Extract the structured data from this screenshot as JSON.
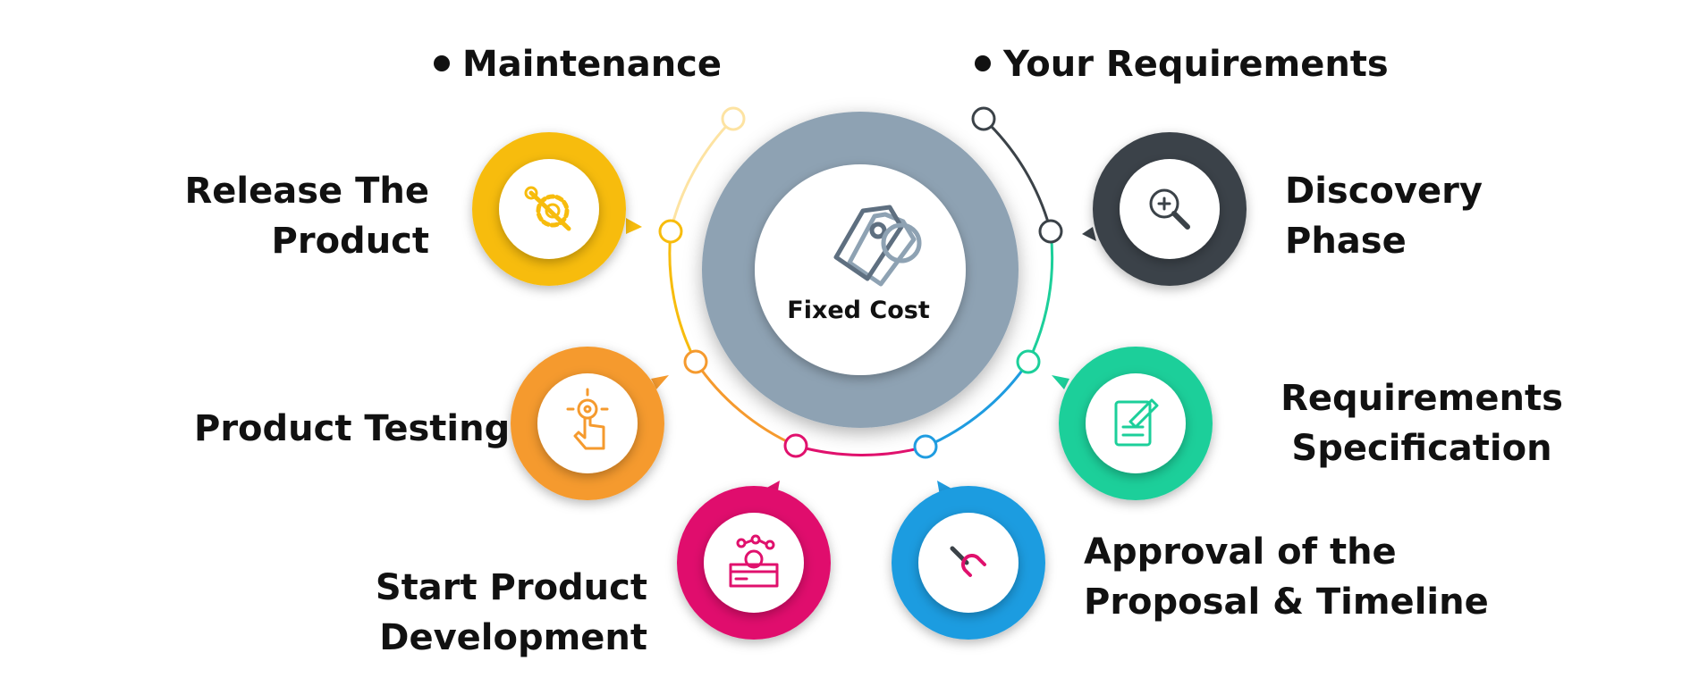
{
  "center": {
    "title": "Fixed Cost",
    "icon": "price-tag-icon"
  },
  "bullets": [
    {
      "text": "Maintenance"
    },
    {
      "text": "Your Requirements"
    }
  ],
  "steps": [
    {
      "id": "discovery",
      "lines": [
        "Discovery",
        "Phase"
      ],
      "color": "#3b4248",
      "icon": "magnifier-icon"
    },
    {
      "id": "requirements",
      "lines": [
        "Requirements",
        "Specification"
      ],
      "color": "#1ccf9a",
      "icon": "document-edit-icon"
    },
    {
      "id": "approval",
      "lines": [
        "Approval of the",
        "Proposal & Timeline"
      ],
      "color": "#1f9ce0",
      "icon": "handshake-icon"
    },
    {
      "id": "development",
      "lines": [
        "Start Product",
        "Development"
      ],
      "color": "#e0116d",
      "icon": "box-gear-icon"
    },
    {
      "id": "testing",
      "lines": [
        "Product Testing"
      ],
      "color": "#f59a2e",
      "icon": "touch-gesture-icon"
    },
    {
      "id": "release",
      "lines": [
        "Release The",
        "Product"
      ],
      "color": "#f7bc0d",
      "icon": "wrench-gear-icon"
    }
  ],
  "ring_color": "#8ea2b3"
}
